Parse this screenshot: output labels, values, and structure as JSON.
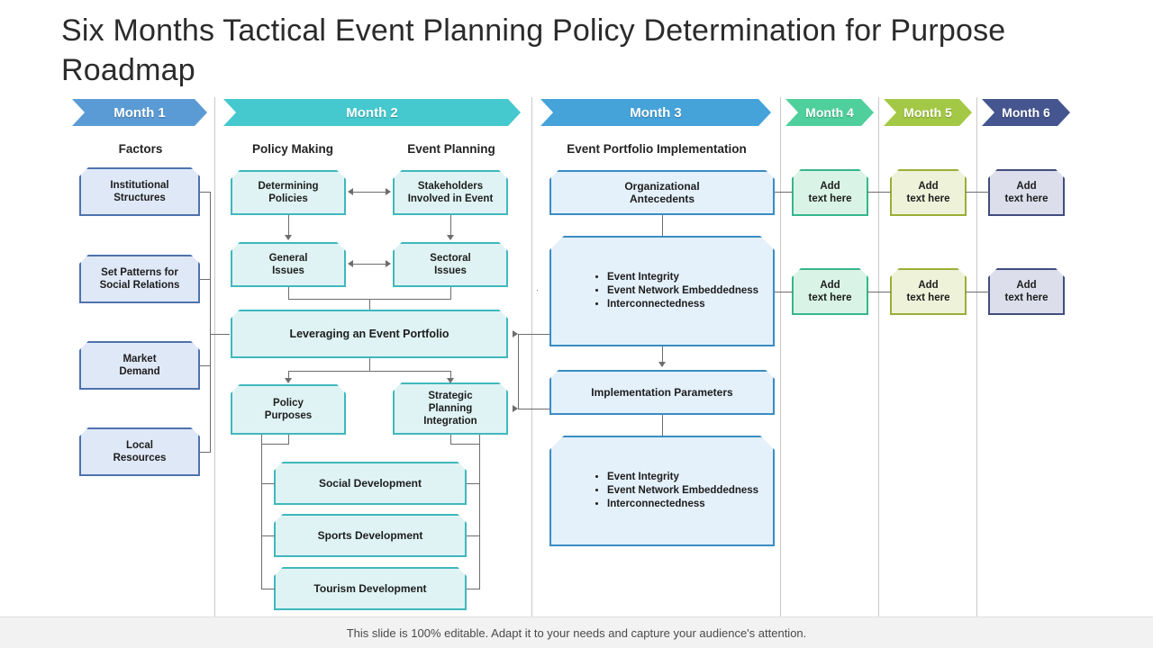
{
  "title": "Six Months Tactical Event Planning  Policy Determination for Purpose Roadmap",
  "footer": "This slide is 100% editable. Adapt it to your needs and capture your audience's attention.",
  "colors": {
    "month1": "#5b9bd5",
    "month2": "#45c8ce",
    "month3": "#45a3da",
    "month4": "#4fcf9b",
    "month5": "#a3c845",
    "month6": "#44558f",
    "factor_border": "#4e72ad",
    "factor_fill": "#dfe8f7",
    "teal_border": "#3fb8bd",
    "teal_fill": "#dff3f4",
    "blue_border": "#3b8cc4",
    "blue_fill": "#e4f0fa",
    "green_border": "#37b58c",
    "green_fill": "#d9f4e6",
    "olive_border": "#9aaf36",
    "olive_fill": "#edf2d9",
    "navy_border": "#414d7e",
    "navy_fill": "#dcdeec",
    "connector": "#6d6d6d"
  },
  "months": [
    {
      "label": "Month 1"
    },
    {
      "label": "Month 2"
    },
    {
      "label": "Month 3"
    },
    {
      "label": "Month 4"
    },
    {
      "label": "Month 5"
    },
    {
      "label": "Month 6"
    }
  ],
  "sections": [
    {
      "label": "Factors"
    },
    {
      "label": "Policy Making"
    },
    {
      "label": "Event Planning"
    },
    {
      "label": "Event Portfolio Implementation"
    }
  ],
  "factors": [
    {
      "label": "Institutional\nStructures"
    },
    {
      "label": "Set Patterns for\nSocial Relations"
    },
    {
      "label": "Market\nDemand"
    },
    {
      "label": "Local\nResources"
    }
  ],
  "policy_making": [
    {
      "label": "Determining\nPolicies"
    },
    {
      "label": "General\nIssues"
    },
    {
      "label": "Policy\nPurposes"
    }
  ],
  "event_planning": [
    {
      "label": "Stakeholders\nInvolved  in Event"
    },
    {
      "label": "Sectoral\nIssues"
    },
    {
      "label": "Strategic\nPlanning\nIntegration"
    }
  ],
  "leveraging": {
    "label": "Leveraging an Event Portfolio"
  },
  "developments": [
    {
      "label": "Social Development"
    },
    {
      "label": "Sports Development"
    },
    {
      "label": "Tourism Development"
    }
  ],
  "portfolio": {
    "antecedents": {
      "label": "Organizational\nAntecedents"
    },
    "parameters": {
      "label": "Implementation Parameters"
    },
    "bullets_top": [
      "Event Integrity",
      "Event Network Embeddedness",
      "Interconnectedness"
    ],
    "bullets_bottom": [
      "Event Integrity",
      "Event Network Embeddedness",
      "Interconnectedness"
    ]
  },
  "month4_boxes": [
    {
      "label": "Add\ntext here"
    },
    {
      "label": "Add\ntext here"
    }
  ],
  "month5_boxes": [
    {
      "label": "Add\ntext here"
    },
    {
      "label": "Add\ntext here"
    }
  ],
  "month6_boxes": [
    {
      "label": "Add\ntext here"
    },
    {
      "label": "Add\ntext here"
    }
  ]
}
